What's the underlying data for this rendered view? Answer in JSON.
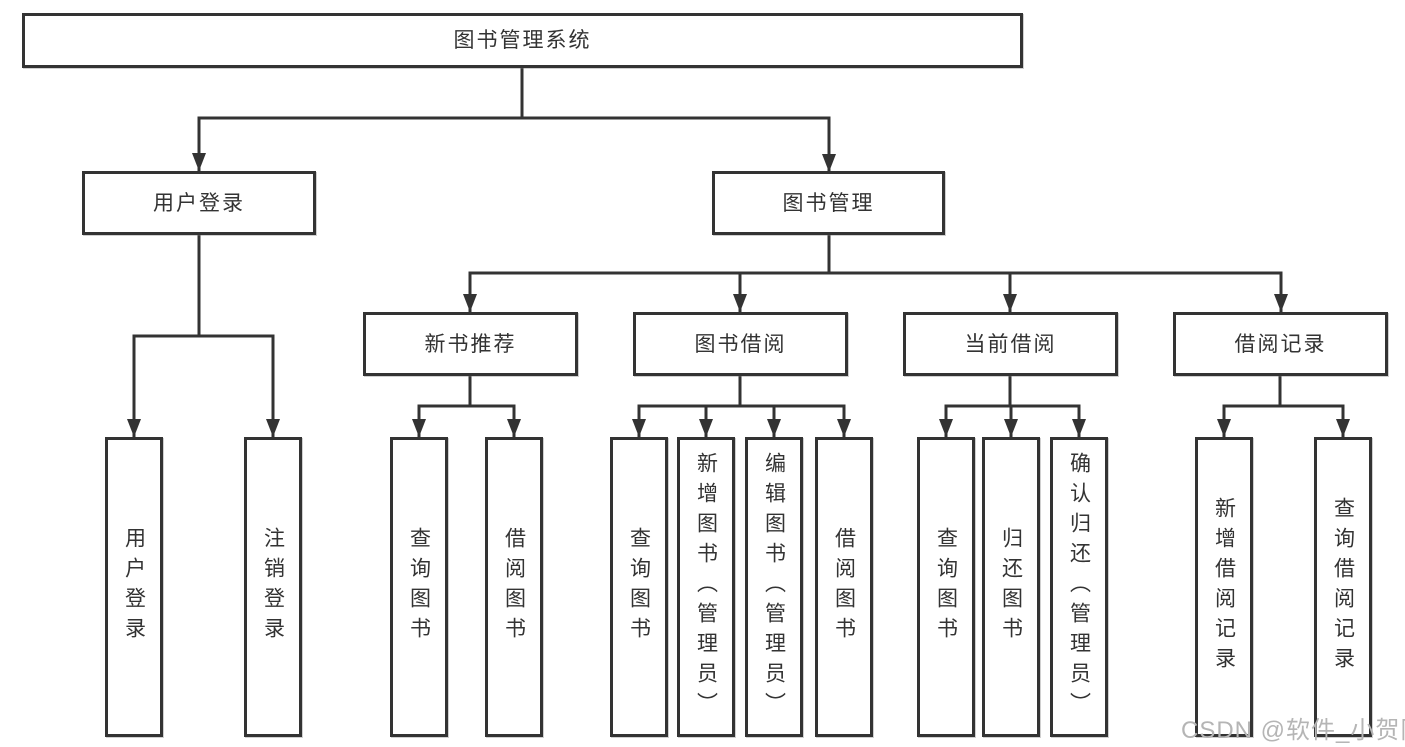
{
  "colors": {
    "line": "#333333",
    "box_border": "#333333",
    "text": "#333333",
    "watermark": "#b5b5b5",
    "background": "#ffffff"
  },
  "diagram": {
    "root": {
      "label": "图书管理系统"
    },
    "user_login": {
      "label": "用户登录",
      "leaves": {
        "login": {
          "label": "用户登录"
        },
        "logout": {
          "label": "注销登录"
        }
      }
    },
    "book_mgmt": {
      "label": "图书管理",
      "new_book": {
        "label": "新书推荐",
        "leaves": {
          "query": {
            "label": "查询图书"
          },
          "borrow": {
            "label": "借阅图书"
          }
        }
      },
      "borrowing": {
        "label": "图书借阅",
        "leaves": {
          "query": {
            "label": "查询图书"
          },
          "add": {
            "label": "新增图书（管理员）"
          },
          "edit": {
            "label": "编辑图书（管理员）"
          },
          "borrow": {
            "label": "借阅图书"
          }
        }
      },
      "current": {
        "label": "当前借阅",
        "leaves": {
          "query": {
            "label": "查询图书"
          },
          "return": {
            "label": "归还图书"
          },
          "confirm": {
            "label": "确认归还（管理员）"
          }
        }
      },
      "records": {
        "label": "借阅记录",
        "leaves": {
          "add": {
            "label": "新增借阅记录"
          },
          "query": {
            "label": "查询借阅记录"
          }
        }
      }
    }
  },
  "watermark": {
    "text": "CSDN @软件_小贺同学"
  }
}
